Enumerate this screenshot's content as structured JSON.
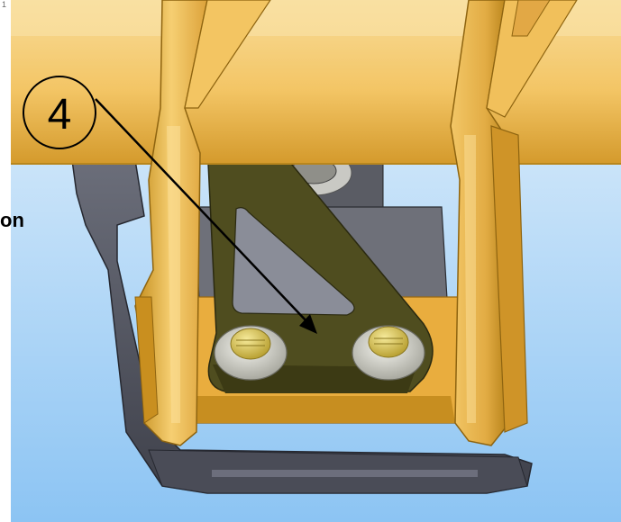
{
  "callout": {
    "number": "4"
  },
  "side_text": "on",
  "corner_mark": "1",
  "colors": {
    "background_top": "#d9ecfb",
    "background_bottom": "#8fc6f4",
    "yellow_light": "#f7cf7c",
    "yellow_mid": "#efb448",
    "yellow_dark": "#c08a1a",
    "plate_olive": "#4b4a1e",
    "plate_edge": "#2c2b10",
    "base_gray": "#5b5e6a",
    "base_dark": "#3a3c46",
    "nut_silver": "#d8d8d2",
    "bolt_gold": "#e8d36a"
  },
  "icons": [
    "callout-circle",
    "leader-arrow"
  ]
}
